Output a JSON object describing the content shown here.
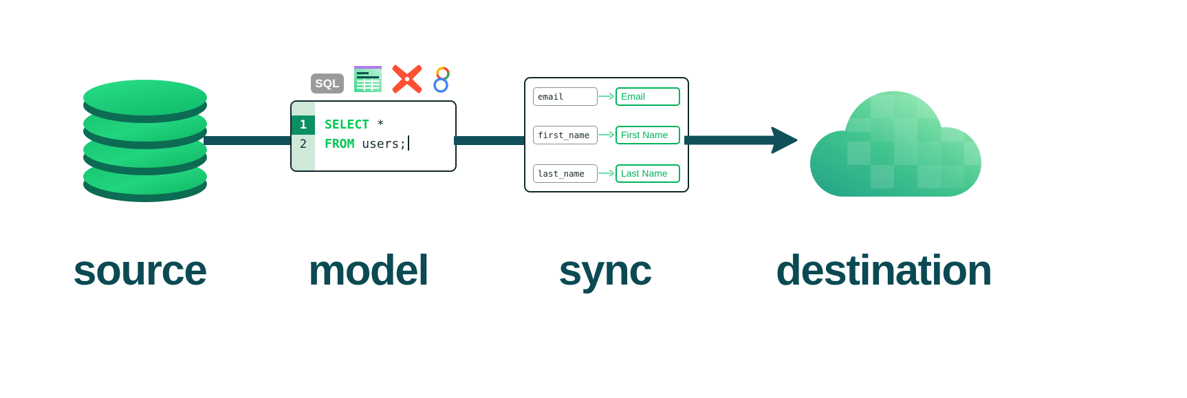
{
  "diagram": {
    "title": "source to destination data pipeline",
    "colors": {
      "connector": "#11505A",
      "label_text": "#0b4a52",
      "accent_green": "#00b45a",
      "code_keyword": "#00c853",
      "gutter_bg": "#cfe8d8",
      "gutter_active_bg": "#0c8f63",
      "card_border": "#11272b",
      "db_green": "#1fd07a",
      "db_shadow": "#0c6b4f"
    }
  },
  "source": {
    "icon": "database-cylinder-icon",
    "label": "source"
  },
  "model": {
    "label": "model",
    "tool_icons": [
      {
        "name": "sql-icon",
        "text": "SQL"
      },
      {
        "name": "google-sheets-icon",
        "text": ""
      },
      {
        "name": "dbt-x-icon",
        "text": ""
      },
      {
        "name": "looker-icon",
        "text": ""
      }
    ],
    "editor": {
      "lines": [
        {
          "number": "1",
          "active": true,
          "keyword": "SELECT",
          "rest": " *",
          "caret": false
        },
        {
          "number": "2",
          "active": false,
          "keyword": "FROM",
          "rest": " users;",
          "caret": true
        }
      ]
    }
  },
  "sync": {
    "label": "sync",
    "mappings": [
      {
        "source_field": "email",
        "destination_field": "Email"
      },
      {
        "source_field": "first_name",
        "destination_field": "First Name"
      },
      {
        "source_field": "last_name",
        "destination_field": "Last Name"
      }
    ]
  },
  "destination": {
    "icon": "cloud-icon",
    "label": "destination"
  }
}
